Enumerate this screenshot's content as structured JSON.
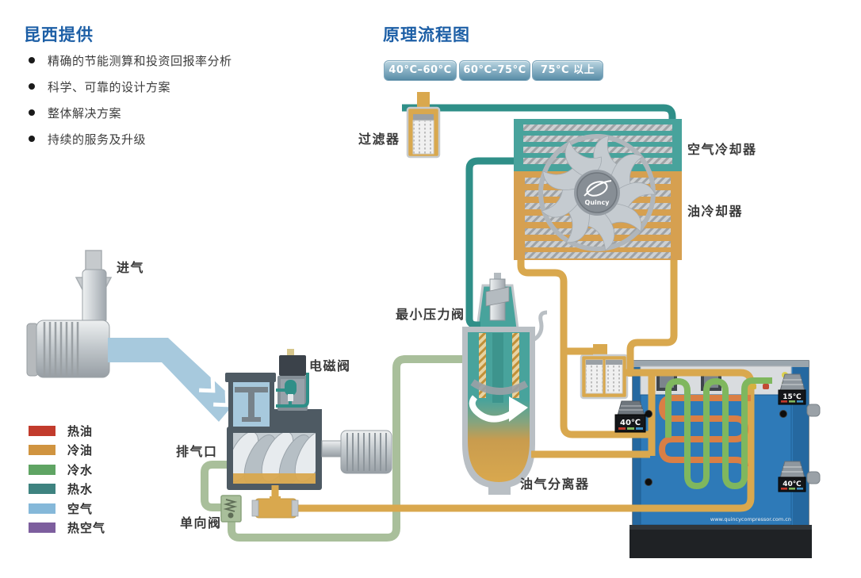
{
  "left": {
    "title": "昆西提供",
    "bullets": [
      "精确的节能测算和投资回报率分析",
      "科学、可靠的设计方案",
      "整体解决方案",
      "持续的服务及升级"
    ],
    "legend": [
      {
        "label": "热油",
        "color": "#c23b2c"
      },
      {
        "label": "冷油",
        "color": "#d09440"
      },
      {
        "label": "冷水",
        "color": "#5fa463"
      },
      {
        "label": "热水",
        "color": "#3e8380"
      },
      {
        "label": "空气",
        "color": "#85b8d9"
      },
      {
        "label": "热空气",
        "color": "#7d5e9e"
      }
    ]
  },
  "right": {
    "title": "原理流程图",
    "temp_ranges": [
      "40°C–60°C",
      "60°C–75°C",
      "75°C 以上"
    ]
  },
  "diagram": {
    "labels": {
      "filter": "过滤器",
      "air_cooler": "空气冷却器",
      "oil_cooler": "油冷却器",
      "min_pressure_valve": "最小压力阀",
      "solenoid_valve": "电磁阀",
      "intake": "进气",
      "exhaust_port": "排气口",
      "check_valve": "单向阀",
      "oil_gas_separator": "油气分离器"
    },
    "cabinet": {
      "display_top_right": "15℃",
      "display_bottom_right": "40℃",
      "display_left": "40℃",
      "website": "www.quincycompressor.com.cn"
    },
    "fan_logo": "Quincy",
    "colors": {
      "accent_blue": "#1d5fa6",
      "teal_pipe": "#2f8f88",
      "teal_block": "#48a39c",
      "gold": "#d9a84e",
      "orange_coil": "#d97f45",
      "green_coil": "#7fb75e",
      "sage_pipe": "#a9bf9b",
      "air_duct": "#a7c9dd",
      "slate": "#4e5a63",
      "cabinet_blue": "#2e7ab8"
    }
  }
}
